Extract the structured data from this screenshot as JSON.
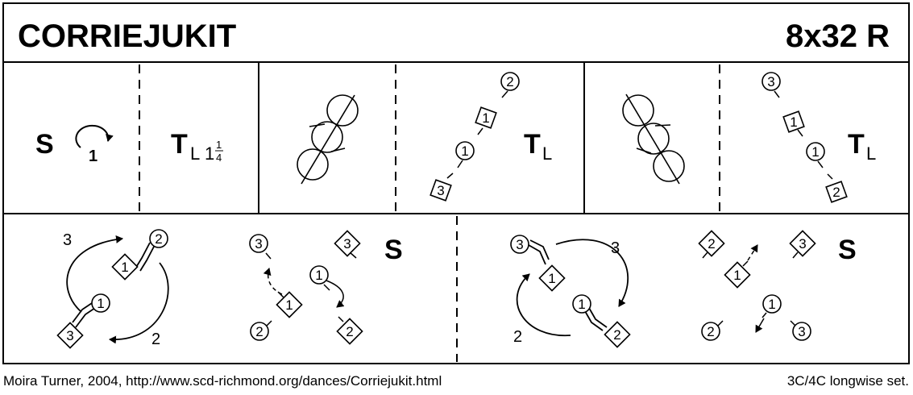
{
  "dance": {
    "name": "CORRIEJUKIT",
    "formation_code": "8x32 R"
  },
  "bars_row_1": {
    "cell_1": {
      "figure": "S",
      "couple": "1"
    },
    "cell_2": {
      "figure": "T",
      "sub": "L",
      "amount_whole": "1",
      "amount_num": "1",
      "amount_den": "4"
    },
    "cell_4": {
      "figure": "T",
      "sub": "L",
      "dancers": [
        "2",
        "1",
        "1",
        "3"
      ]
    },
    "cell_6": {
      "figure": "T",
      "sub": "L",
      "dancers": [
        "3",
        "1",
        "1",
        "2"
      ]
    }
  },
  "bars_row_2": {
    "cell_1": {
      "path_labels": [
        "3",
        "2"
      ],
      "dancers": [
        "2",
        "1",
        "1",
        "3"
      ]
    },
    "cell_2": {
      "figure": "S",
      "dancers": [
        "3",
        "3",
        "1",
        "1",
        "2",
        "2"
      ]
    },
    "cell_3": {
      "path_labels": [
        "3",
        "2"
      ],
      "dancers": [
        "3",
        "1",
        "1",
        "2"
      ]
    },
    "cell_4": {
      "figure": "S",
      "dancers": [
        "2",
        "3",
        "1",
        "1",
        "2",
        "3"
      ]
    }
  },
  "footer": {
    "credit": "Moira Turner, 2004, http://www.scd-richmond.org/dances/Corriejukit.html",
    "set": "3C/4C longwise set."
  }
}
